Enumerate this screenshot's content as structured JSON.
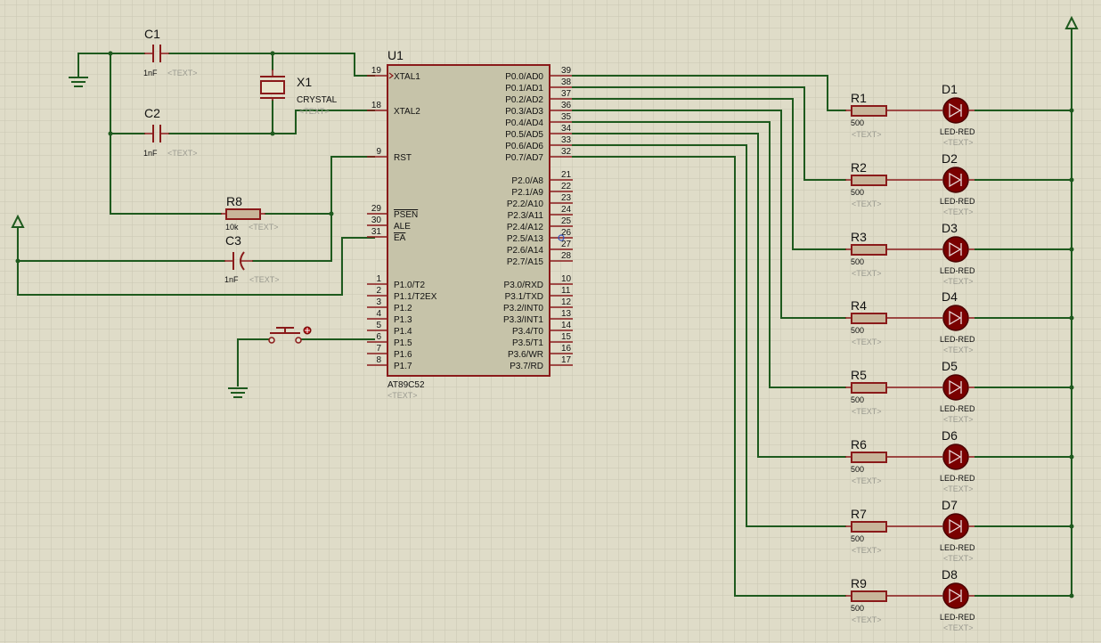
{
  "mcu": {
    "ref": "U1",
    "part": "AT89C52",
    "text": "<TEXT>",
    "left_pins": [
      {
        "num": "19",
        "name": "XTAL1"
      },
      {
        "num": "18",
        "name": "XTAL2"
      },
      {
        "num": "9",
        "name": "RST"
      },
      {
        "num": "29",
        "name": "PSEN",
        "overline": true
      },
      {
        "num": "30",
        "name": "ALE"
      },
      {
        "num": "31",
        "name": "EA",
        "overline": true
      },
      {
        "num": "1",
        "name": "P1.0/T2"
      },
      {
        "num": "2",
        "name": "P1.1/T2EX"
      },
      {
        "num": "3",
        "name": "P1.2"
      },
      {
        "num": "4",
        "name": "P1.3"
      },
      {
        "num": "5",
        "name": "P1.4"
      },
      {
        "num": "6",
        "name": "P1.5"
      },
      {
        "num": "7",
        "name": "P1.6"
      },
      {
        "num": "8",
        "name": "P1.7"
      }
    ],
    "right_pins": [
      {
        "num": "39",
        "name": "P0.0/AD0"
      },
      {
        "num": "38",
        "name": "P0.1/AD1"
      },
      {
        "num": "37",
        "name": "P0.2/AD2"
      },
      {
        "num": "36",
        "name": "P0.3/AD3"
      },
      {
        "num": "35",
        "name": "P0.4/AD4"
      },
      {
        "num": "34",
        "name": "P0.5/AD5"
      },
      {
        "num": "33",
        "name": "P0.6/AD6"
      },
      {
        "num": "32",
        "name": "P0.7/AD7"
      },
      {
        "num": "21",
        "name": "P2.0/A8"
      },
      {
        "num": "22",
        "name": "P2.1/A9"
      },
      {
        "num": "23",
        "name": "P2.2/A10"
      },
      {
        "num": "24",
        "name": "P2.3/A11"
      },
      {
        "num": "25",
        "name": "P2.4/A12"
      },
      {
        "num": "26",
        "name": "P2.5/A13"
      },
      {
        "num": "27",
        "name": "P2.6/A14"
      },
      {
        "num": "28",
        "name": "P2.7/A15"
      },
      {
        "num": "10",
        "name": "P3.0/RXD"
      },
      {
        "num": "11",
        "name": "P3.1/TXD"
      },
      {
        "num": "12",
        "name": "P3.2/INT0"
      },
      {
        "num": "13",
        "name": "P3.3/INT1"
      },
      {
        "num": "14",
        "name": "P3.4/T0"
      },
      {
        "num": "15",
        "name": "P3.5/T1"
      },
      {
        "num": "16",
        "name": "P3.6/WR"
      },
      {
        "num": "17",
        "name": "P3.7/RD"
      }
    ]
  },
  "caps": [
    {
      "ref": "C1",
      "value": "1nF",
      "text": "<TEXT>"
    },
    {
      "ref": "C2",
      "value": "1nF",
      "text": "<TEXT>"
    },
    {
      "ref": "C3",
      "value": "1nF",
      "text": "<TEXT>"
    }
  ],
  "crystal": {
    "ref": "X1",
    "value": "CRYSTAL",
    "text": "<TEXT>"
  },
  "reset_resistor": {
    "ref": "R8",
    "value": "10k",
    "text": "<TEXT>"
  },
  "leds_channel": [
    {
      "r_ref": "R1",
      "r_val": "500",
      "r_text": "<TEXT>",
      "d_ref": "D1",
      "d_val": "LED-RED",
      "d_text": "<TEXT>"
    },
    {
      "r_ref": "R2",
      "r_val": "500",
      "r_text": "<TEXT>",
      "d_ref": "D2",
      "d_val": "LED-RED",
      "d_text": "<TEXT>"
    },
    {
      "r_ref": "R3",
      "r_val": "500",
      "r_text": "<TEXT>",
      "d_ref": "D3",
      "d_val": "LED-RED",
      "d_text": "<TEXT>"
    },
    {
      "r_ref": "R4",
      "r_val": "500",
      "r_text": "<TEXT>",
      "d_ref": "D4",
      "d_val": "LED-RED",
      "d_text": "<TEXT>"
    },
    {
      "r_ref": "R5",
      "r_val": "500",
      "r_text": "<TEXT>",
      "d_ref": "D5",
      "d_val": "LED-RED",
      "d_text": "<TEXT>"
    },
    {
      "r_ref": "R6",
      "r_val": "500",
      "r_text": "<TEXT>",
      "d_ref": "D6",
      "d_val": "LED-RED",
      "d_text": "<TEXT>"
    },
    {
      "r_ref": "R7",
      "r_val": "500",
      "r_text": "<TEXT>",
      "d_ref": "D7",
      "d_val": "LED-RED",
      "d_text": "<TEXT>"
    },
    {
      "r_ref": "R9",
      "r_val": "500",
      "r_text": "<TEXT>",
      "d_ref": "D8",
      "d_val": "LED-RED",
      "d_text": "<TEXT>"
    }
  ],
  "colors": {
    "background": "#dfdcc8",
    "grid": "#c9c6b2",
    "wire": "#1e5a1e",
    "component": "#8a1a1a",
    "ic_fill": "#c6c3a9",
    "led_fill": "#7a0000",
    "resistor_fill": "#c8b59a"
  }
}
